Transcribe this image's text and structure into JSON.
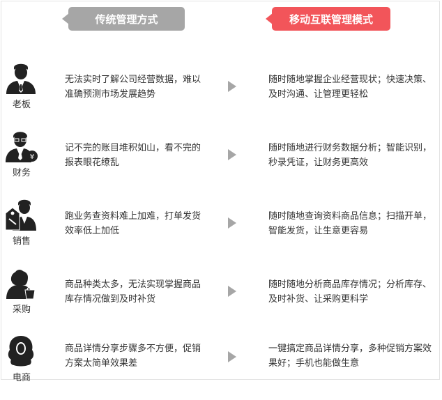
{
  "header": {
    "traditional_label": "传统管理方式",
    "mobile_label": "移动互联管理模式"
  },
  "colors": {
    "traditional": "#a6a6a6",
    "mobile": "#f2555a",
    "icon": "#222222"
  },
  "rows": [
    {
      "role": "老板",
      "icon": "boss-person-icon",
      "traditional": "无法实时了解公司经营数据，难以\n准确预测市场发展趋势",
      "mobile": "随时随地掌握企业经营现状；快速决策、\n及时沟通、让管理更轻松"
    },
    {
      "role": "财务",
      "icon": "finance-person-icon",
      "traditional": "记不完的账目堆积如山，看不完的\n报表眼花缭乱",
      "mobile": "随时随地进行财务数据分析；智能识别，\n秒录凭证，让财务更高效"
    },
    {
      "role": "销售",
      "icon": "sales-person-icon",
      "traditional": "跑业务查资料难上加难，打单发货\n效率低上加低",
      "mobile": "随时随地查询资料商品信息；扫描开单，\n智能发货，让生意更容易"
    },
    {
      "role": "采购",
      "icon": "purchasing-person-icon",
      "traditional": "商品种类太多，无法实现掌握商品\n库存情况做到及时补货",
      "mobile": "随时随地分析商品库存情况；分析库存、\n及时补货、让采购更科学"
    },
    {
      "role": "电商",
      "icon": "ecommerce-person-icon",
      "traditional": "商品详情分享步骤多不方便，促销\n方案太简单效果差",
      "mobile": "一键搞定商品详情分享，多种促销方案效\n果好；手机也能做生意"
    }
  ]
}
